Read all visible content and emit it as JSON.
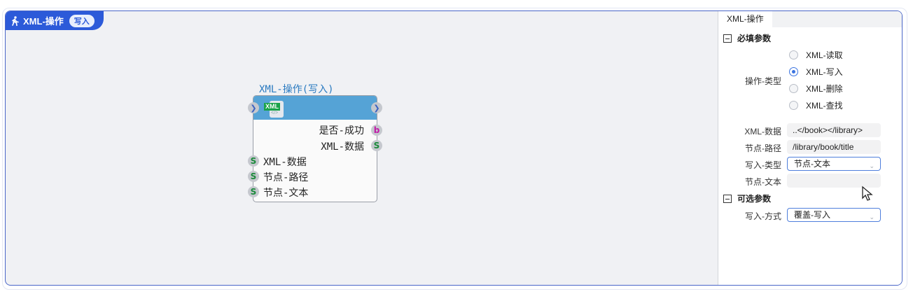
{
  "header": {
    "title": "XML-操作",
    "badge": "写入"
  },
  "node": {
    "title": "XML-操作(写入)",
    "icon": "xml-file-icon",
    "icon_tag": "XML",
    "icon_code": "</>",
    "outputs": [
      {
        "label": "是否-成功",
        "type": "b"
      },
      {
        "label": "XML-数据",
        "type": "S"
      }
    ],
    "inputs": [
      {
        "label": "XML-数据",
        "type": "S"
      },
      {
        "label": "节点-路径",
        "type": "S"
      },
      {
        "label": "节点-文本",
        "type": "S"
      }
    ]
  },
  "panel": {
    "tab": "XML-操作",
    "required_section": "必填参数",
    "op_type_label": "操作-类型",
    "op_options": [
      {
        "label": "XML-读取",
        "selected": false
      },
      {
        "label": "XML-写入",
        "selected": true
      },
      {
        "label": "XML-删除",
        "selected": false
      },
      {
        "label": "XML-查找",
        "selected": false
      }
    ],
    "xml_data_label": "XML-数据",
    "xml_data_value": "..</book></library>",
    "node_path_label": "节点-路径",
    "node_path_value": "/library/book/title",
    "write_type_label": "写入-类型",
    "write_type_value": "节点-文本",
    "node_text_label": "节点-文本",
    "node_text_value": "",
    "optional_section": "可选参数",
    "write_mode_label": "写入-方式",
    "write_mode_value": "覆盖-写入"
  },
  "colors": {
    "accent": "#2c5ad9",
    "node_header": "#55a3d6",
    "frame_border": "#4a66c8"
  }
}
